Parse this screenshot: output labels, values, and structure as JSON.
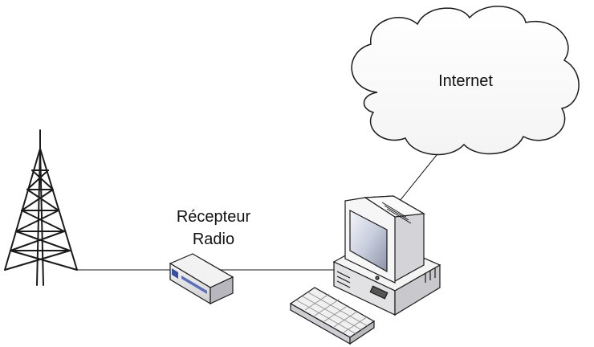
{
  "nodes": {
    "internet": {
      "label": "Internet"
    },
    "receiver": {
      "label_line1": "Récepteur",
      "label_line2": "Radio"
    }
  },
  "colors": {
    "outline": "#1a1a1a",
    "cloud_fill": "#ffffff",
    "computer_body": "#ececec",
    "screen": "#d8dce8",
    "receiver_body": "#e8e8ea",
    "receiver_label": "#3a4fa0"
  },
  "icons": [
    "radio-tower-icon",
    "radio-receiver-icon",
    "computer-icon",
    "keyboard-icon",
    "cloud-icon"
  ]
}
